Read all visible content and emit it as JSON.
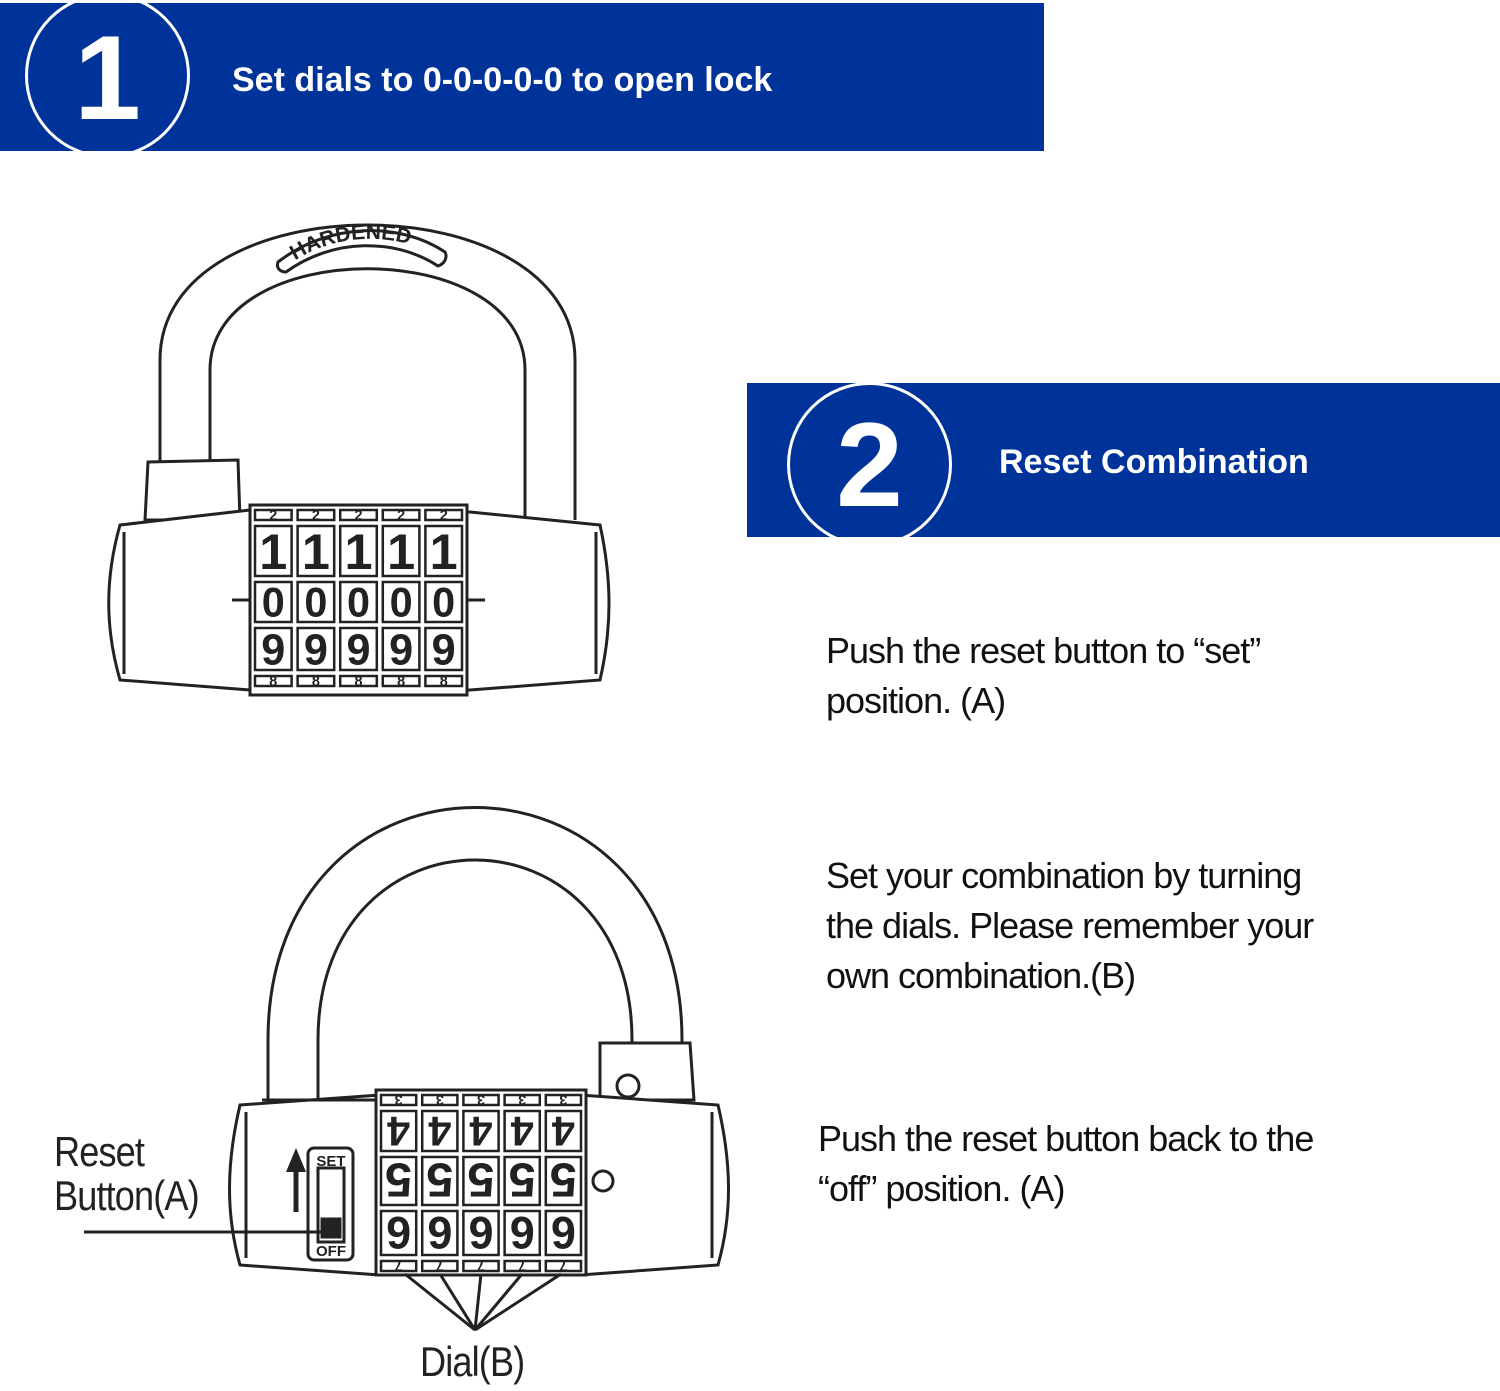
{
  "step1": {
    "number": "1",
    "title": "Set dials to 0-0-0-0-0 to open lock"
  },
  "step2": {
    "number": "2",
    "title": "Reset Combination"
  },
  "instructions": {
    "a": "Push the reset button to “set”\n position. (A)",
    "b": "Set your combination by turning\n the dials. Please remember your\n own combination.(B)",
    "c": " Push the reset button back to the\n“off” position. (A)"
  },
  "lock1": {
    "shackle_text": "HARDENED",
    "dial_rows": [
      "2",
      "1",
      "0",
      "9",
      "8"
    ]
  },
  "lock2": {
    "switch_top": "SET",
    "switch_bottom": "OFF",
    "dial_rows": [
      "3",
      "4",
      "5",
      "6",
      "7"
    ],
    "reset_label": "Reset\nButton(A)",
    "dial_label": "Dial(B)"
  },
  "colors": {
    "banner": "#003399",
    "text": "#111111",
    "line": "#222222"
  }
}
